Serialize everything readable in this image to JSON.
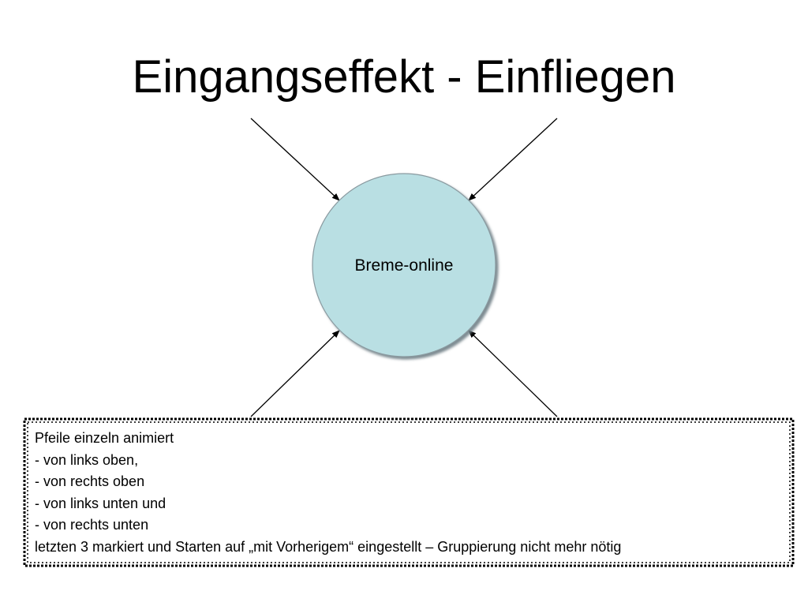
{
  "slide": {
    "title": "Eingangseffekt - Einfliegen"
  },
  "diagram": {
    "center_label": "Breme-online",
    "circle_fill": "#b9dfe3",
    "circle_stroke": "#8a9aa0",
    "arrow_color": "#000000",
    "arrows": [
      {
        "name": "arrow-from-top-left",
        "direction": "from links oben"
      },
      {
        "name": "arrow-from-top-right",
        "direction": "from rechts oben"
      },
      {
        "name": "arrow-from-bottom-left",
        "direction": "from links unten"
      },
      {
        "name": "arrow-from-bottom-right",
        "direction": "from rechts unten"
      }
    ]
  },
  "note": {
    "lines": [
      "Pfeile einzeln animiert",
      "- von links oben,",
      "- von rechts oben",
      "- von links unten und",
      "- von rechts unten",
      "letzten 3 markiert und Starten auf „mit Vorherigem“ eingestellt – Gruppierung nicht mehr nötig"
    ]
  }
}
